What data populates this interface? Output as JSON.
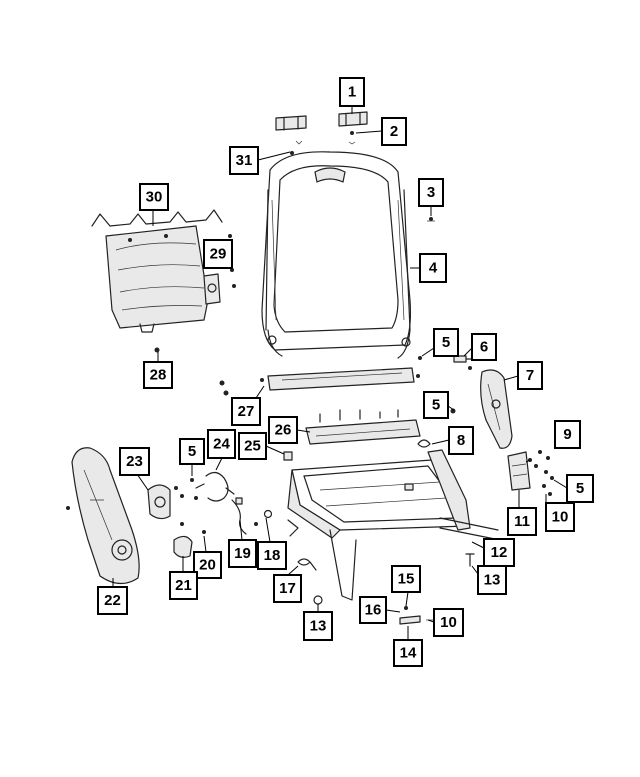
{
  "diagram": {
    "callouts": [
      {
        "id": "c1",
        "label": "1"
      },
      {
        "id": "c2",
        "label": "2"
      },
      {
        "id": "c3",
        "label": "3"
      },
      {
        "id": "c4",
        "label": "4"
      },
      {
        "id": "c5a",
        "label": "5"
      },
      {
        "id": "c6",
        "label": "6"
      },
      {
        "id": "c7",
        "label": "7"
      },
      {
        "id": "c5b",
        "label": "5"
      },
      {
        "id": "c8",
        "label": "8"
      },
      {
        "id": "c9",
        "label": "9"
      },
      {
        "id": "c5c",
        "label": "5"
      },
      {
        "id": "c10a",
        "label": "10"
      },
      {
        "id": "c11",
        "label": "11"
      },
      {
        "id": "c12",
        "label": "12"
      },
      {
        "id": "c13a",
        "label": "13"
      },
      {
        "id": "c15",
        "label": "15"
      },
      {
        "id": "c16",
        "label": "16"
      },
      {
        "id": "c10b",
        "label": "10"
      },
      {
        "id": "c14",
        "label": "14"
      },
      {
        "id": "c13b",
        "label": "13"
      },
      {
        "id": "c17",
        "label": "17"
      },
      {
        "id": "c18",
        "label": "18"
      },
      {
        "id": "c19",
        "label": "19"
      },
      {
        "id": "c20",
        "label": "20"
      },
      {
        "id": "c21",
        "label": "21"
      },
      {
        "id": "c22",
        "label": "22"
      },
      {
        "id": "c23",
        "label": "23"
      },
      {
        "id": "c24",
        "label": "24"
      },
      {
        "id": "c5d",
        "label": "5"
      },
      {
        "id": "c25",
        "label": "25"
      },
      {
        "id": "c26",
        "label": "26"
      },
      {
        "id": "c27",
        "label": "27"
      },
      {
        "id": "c28",
        "label": "28"
      },
      {
        "id": "c29",
        "label": "29"
      },
      {
        "id": "c30",
        "label": "30"
      },
      {
        "id": "c31",
        "label": "31"
      }
    ]
  }
}
